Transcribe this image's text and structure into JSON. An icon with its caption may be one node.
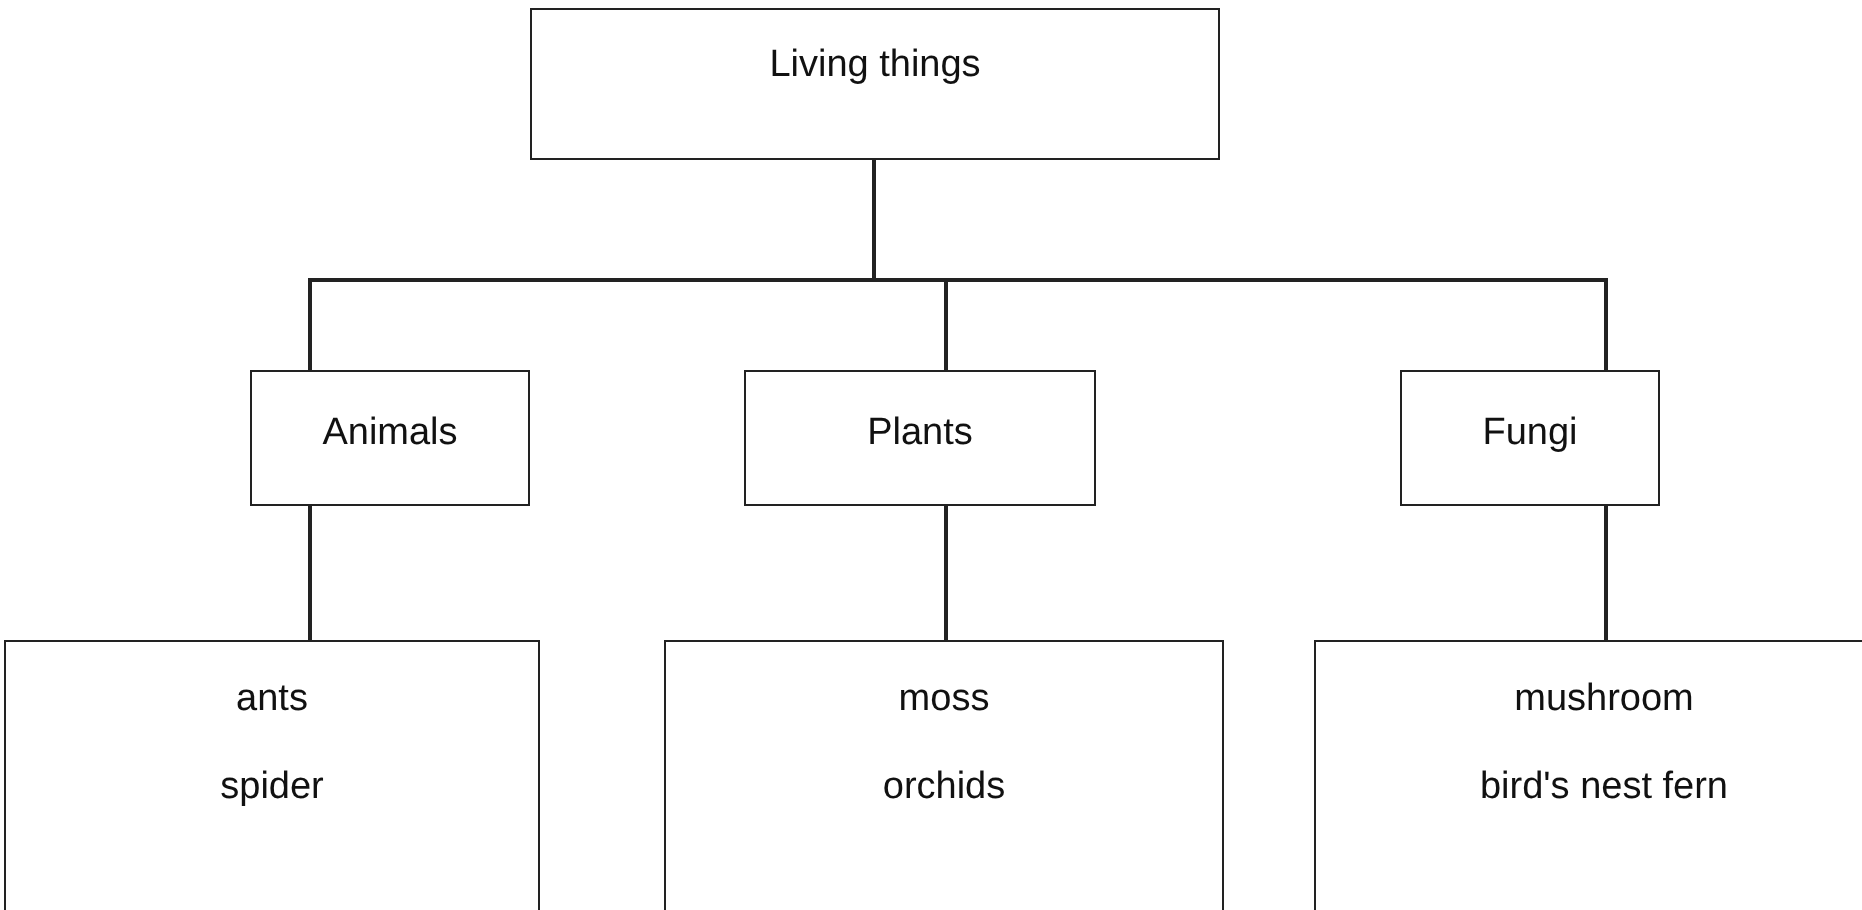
{
  "diagram": {
    "nodes": [
      {
        "text": [
          "Living things"
        ]
      },
      {
        "text": [
          "Animals"
        ]
      },
      {
        "text": [
          "Plants"
        ]
      },
      {
        "text": [
          "Fungi"
        ]
      },
      {
        "text": [
          "ants",
          "spider"
        ]
      },
      {
        "text": [
          "moss",
          "orchids"
        ]
      },
      {
        "text": [
          "mushroom",
          "bird's nest fern"
        ]
      }
    ],
    "edges": [
      {
        "from": 0,
        "to": 1,
        "arrow": "none"
      },
      {
        "from": 0,
        "to": 2,
        "arrow": "none"
      },
      {
        "from": 0,
        "to": 3,
        "arrow": "none"
      },
      {
        "from": 1,
        "to": 4,
        "arrow": "none"
      },
      {
        "from": 2,
        "to": 5,
        "arrow": "none"
      },
      {
        "from": 3,
        "to": 6,
        "arrow": "none"
      }
    ]
  }
}
